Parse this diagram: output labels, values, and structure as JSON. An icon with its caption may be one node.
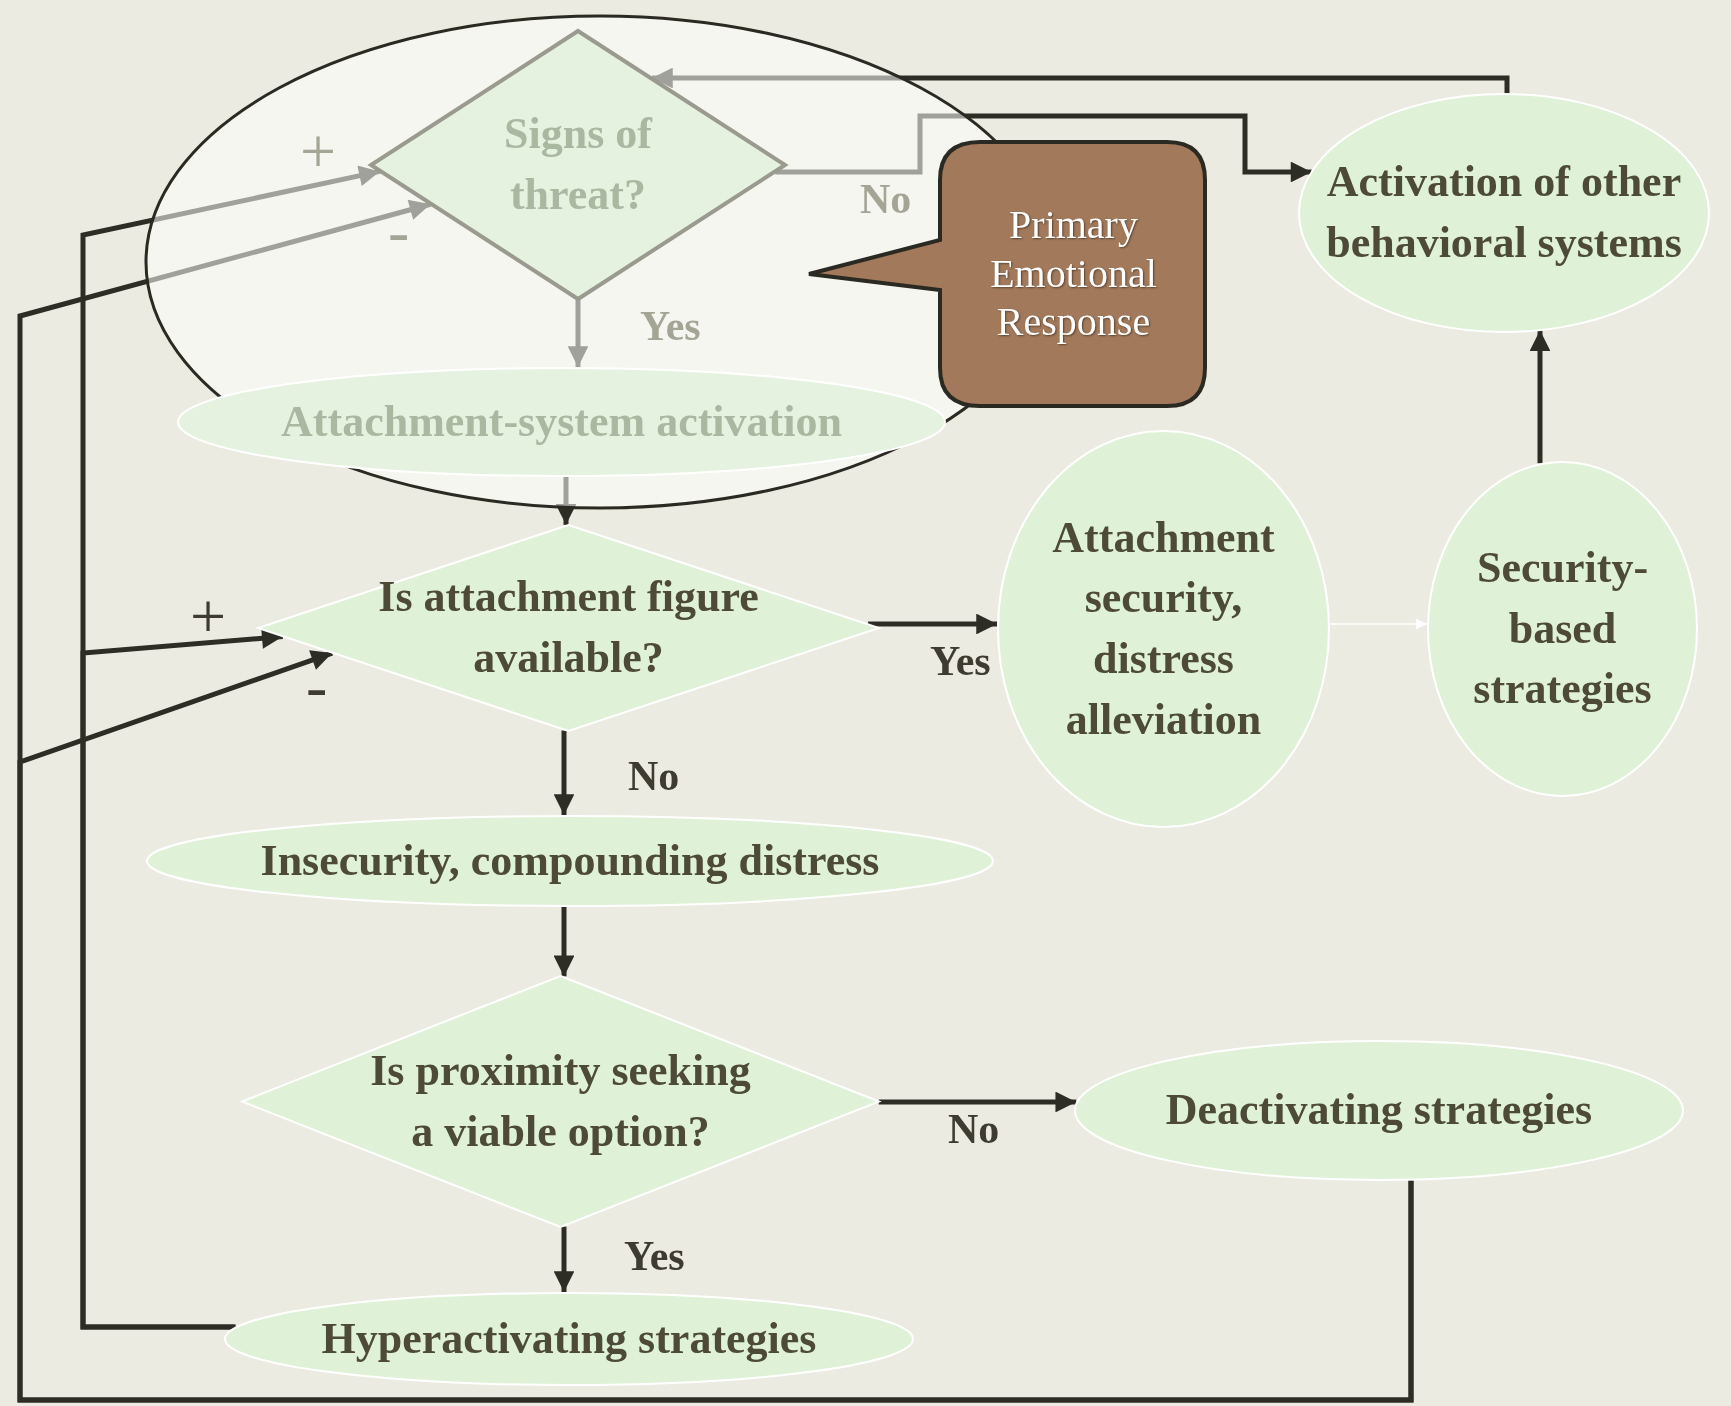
{
  "diagram": {
    "nodes": [
      {
        "text": [],
        "shape": "ellipse"
      },
      {
        "text": [
          "Signs of threat?"
        ],
        "in": 0
      },
      {
        "text": [
          "Primary Emotional Response"
        ]
      },
      {
        "text": [
          "Activation of other behavioral systems"
        ]
      },
      {
        "text": [
          "Attachment-system activation"
        ],
        "in": 0
      },
      {
        "text": [
          "Is attachment figure available?"
        ]
      },
      {
        "text": [
          "Attachment security, distress alleviation"
        ]
      },
      {
        "text": [
          "Security-based strategies"
        ]
      },
      {
        "text": [
          "Insecurity, compounding distress"
        ]
      },
      {
        "text": [
          "Is proximity seeking a viable option?"
        ]
      },
      {
        "text": [
          "Deactivating strategies"
        ]
      },
      {
        "text": [
          "Hyperactivating strategies"
        ]
      }
    ],
    "edges": [
      {
        "from": 1,
        "to": 3,
        "arrow": "to",
        "label": "No"
      },
      {
        "from": 1,
        "to": 4,
        "arrow": "to",
        "label": "Yes"
      },
      {
        "from": 4,
        "to": 5,
        "arrow": "to"
      },
      {
        "from": 5,
        "to": 6,
        "arrow": "to",
        "label": "Yes"
      },
      {
        "from": 6,
        "to": 7,
        "arrow": "to",
        "color": "#ffffff"
      },
      {
        "from": 7,
        "to": 3,
        "arrow": "to"
      },
      {
        "from": 5,
        "to": 8,
        "arrow": "to",
        "label": "No"
      },
      {
        "from": 8,
        "to": 9,
        "arrow": "to"
      },
      {
        "from": 9,
        "to": 10,
        "arrow": "to",
        "label": "No"
      },
      {
        "from": 9,
        "to": 11,
        "arrow": "to",
        "label": "Yes"
      },
      {
        "from": 11,
        "to": 1,
        "arrow": "to",
        "label": "+"
      },
      {
        "from": 11,
        "to": 5,
        "arrow": "to",
        "label": "+"
      },
      {
        "from": 10,
        "to": 1,
        "arrow": "to",
        "label": "-"
      },
      {
        "from": 10,
        "to": 5,
        "arrow": "to",
        "label": "-"
      },
      {
        "from": 3,
        "to": 1,
        "arrow": "to"
      }
    ]
  }
}
